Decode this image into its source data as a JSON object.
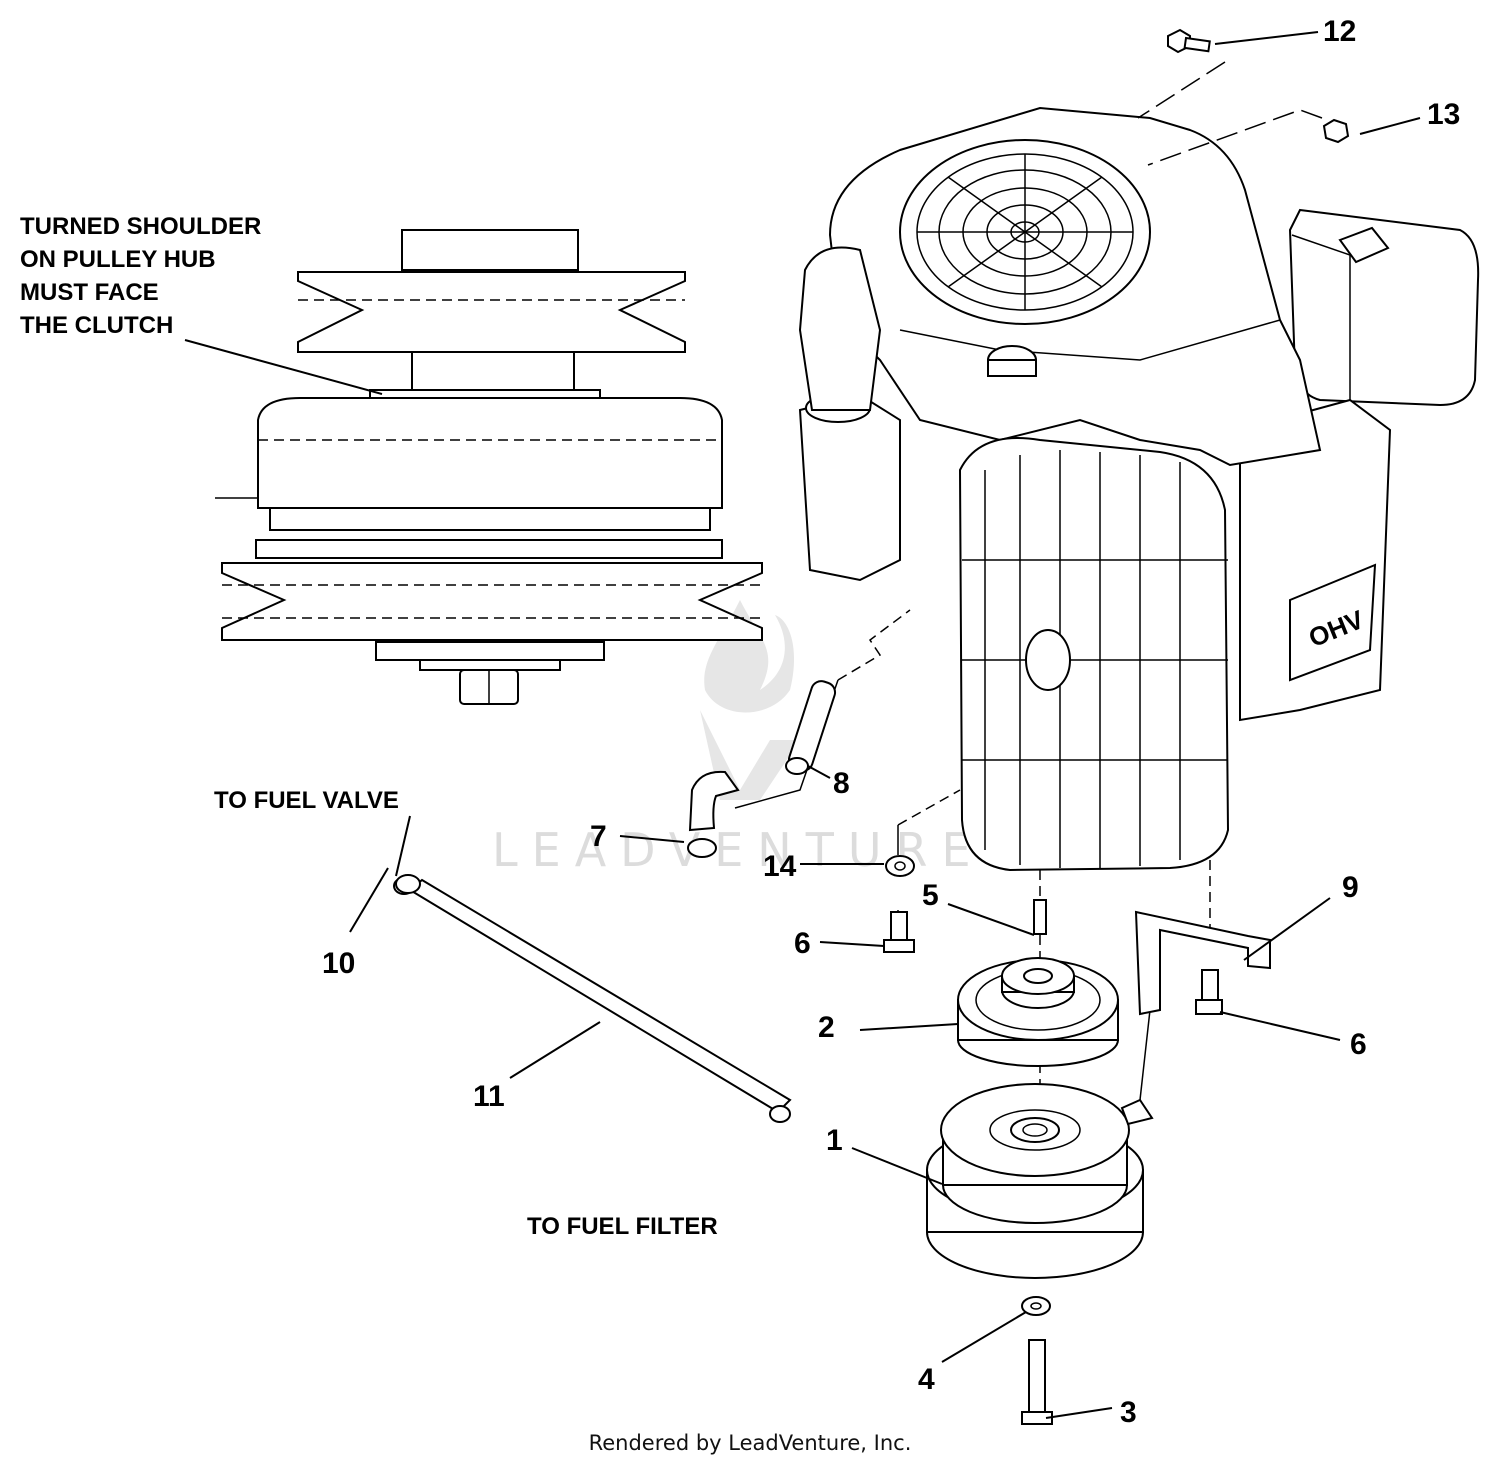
{
  "notes": {
    "pulley_hub_line1": "TURNED SHOULDER",
    "pulley_hub_line2": "ON PULLEY HUB",
    "pulley_hub_line3": "MUST FACE",
    "pulley_hub_line4": "THE CLUTCH",
    "to_fuel_valve": "TO FUEL VALVE",
    "to_fuel_filter": "TO FUEL FILTER"
  },
  "callouts": {
    "c1": "1",
    "c2": "2",
    "c3": "3",
    "c4": "4",
    "c5": "5",
    "c6a": "6",
    "c6b": "6",
    "c7": "7",
    "c8": "8",
    "c9": "9",
    "c10": "10",
    "c11": "11",
    "c12": "12",
    "c13": "13",
    "c14": "14"
  },
  "engine": {
    "badge": "OHV"
  },
  "watermark": {
    "text": "LEADVENTURE"
  },
  "footer": {
    "credit": "Rendered by LeadVenture, Inc."
  }
}
